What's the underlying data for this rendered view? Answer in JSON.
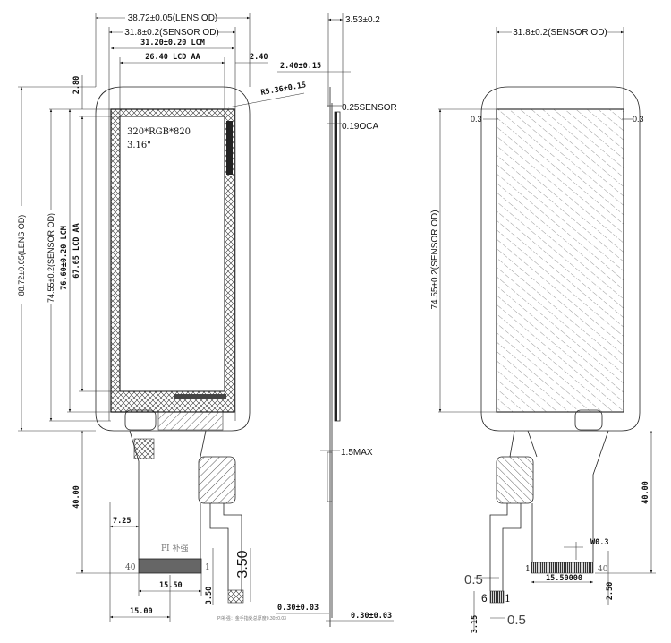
{
  "front_view": {
    "lens_od_width": "38.72±0.05(LENS OD)",
    "sensor_od_width": "31.8±0.2(SENSOR OD)",
    "lcm_width": "31.20±0.20  LCM",
    "lcd_aa_width": "26.40  LCD  AA",
    "right_margin": "2.40",
    "top_margin": "2.80",
    "corner_radius": "R5.36±0.15",
    "lens_od_height": "88.72±0.05(LENS OD)",
    "sensor_od_height": "74.55±0.2(SENSOR OD)",
    "lcm_height": "76.60±0.20  LCM",
    "lcd_aa_height": "67.65  LCD  AA",
    "resolution": "320*RGB*820",
    "diagonal": "3.16\"",
    "fpc_length": "40.00",
    "fpc_offset": "7.25",
    "connector_width": "15.50",
    "connector_offset": "15.00",
    "connector_pitch_margin": "3.50",
    "tail_length": "3.50",
    "stiffener_label": "PI 补强",
    "pin_first": "40",
    "pin_last": "1",
    "stiffener_note": "PI补强：金手指处总厚度0.30±0.03"
  },
  "side_view": {
    "total_thickness": "3.53±0.2",
    "module_thickness": "2.40±0.15",
    "sensor_thickness": "0.25SENSOR",
    "oca_thickness": "0.19OCA",
    "component_max": "1.5MAX",
    "fpc_thickness_left": "0.30±0.03",
    "fpc_thickness_right": "0.30±0.03"
  },
  "back_view": {
    "sensor_od_width": "31.8±0.2(SENSOR OD)",
    "sensor_od_height": "74.55±0.2(SENSOR OD)",
    "left_margin": "0.3",
    "right_margin": "0.3",
    "fpc_length": "40.00",
    "trace_width": "W0.3",
    "connector_width": "15.50000",
    "connector_margin": "2.50",
    "pin_first": "1",
    "pin_last": "40",
    "small_pin_first": "6",
    "small_pin_last": "1",
    "small_pitch_top": "0.5",
    "small_pitch_bottom": "0.5",
    "small_height": "3.15"
  }
}
